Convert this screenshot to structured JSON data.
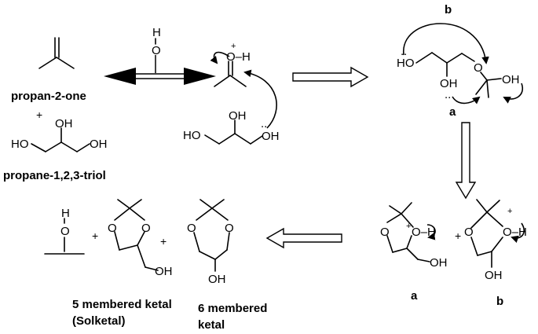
{
  "labels": {
    "propanone": "propan-2-one",
    "plus": "+",
    "propanetriol": "propane-1,2,3-triol",
    "path_a": "a",
    "path_b": "b",
    "five_membered_line1": "5 membered ketal",
    "five_membered_line2": "(Solketal)",
    "six_membered_line1": "6 membered",
    "six_membered_line2": "ketal"
  },
  "atoms": {
    "O": "O",
    "H": "H",
    "OH": "OH",
    "HO": "HO",
    "O_plus_H": "O–H",
    "charge_plus": "+",
    "lone_pair": ".."
  }
}
